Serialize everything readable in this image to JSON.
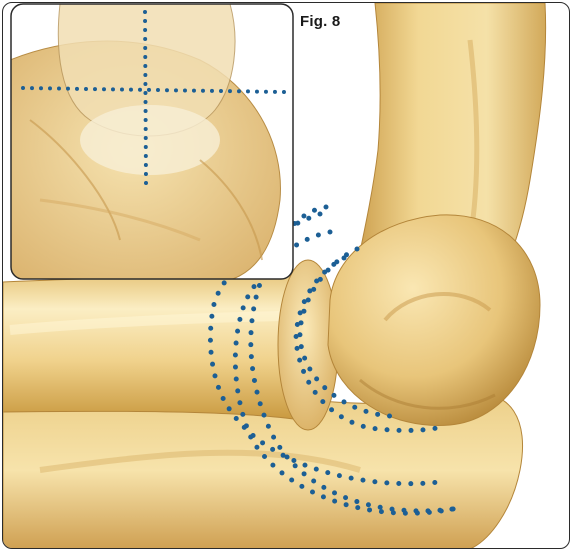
{
  "figure": {
    "label": "Fig. 8"
  },
  "colors": {
    "bone_light": "#f5dfa6",
    "bone_mid": "#e3bf6c",
    "bone_dark": "#b8893a",
    "dot_blue": "#1c5f95",
    "frame": "#2b2b2b"
  },
  "illustration": {
    "subject": "elbow-joint-bones-lateral-view",
    "inset": "detail-view-with-crosshair-dotted-lines",
    "overlay": "concentric-dotted-arcs-around-joint"
  }
}
